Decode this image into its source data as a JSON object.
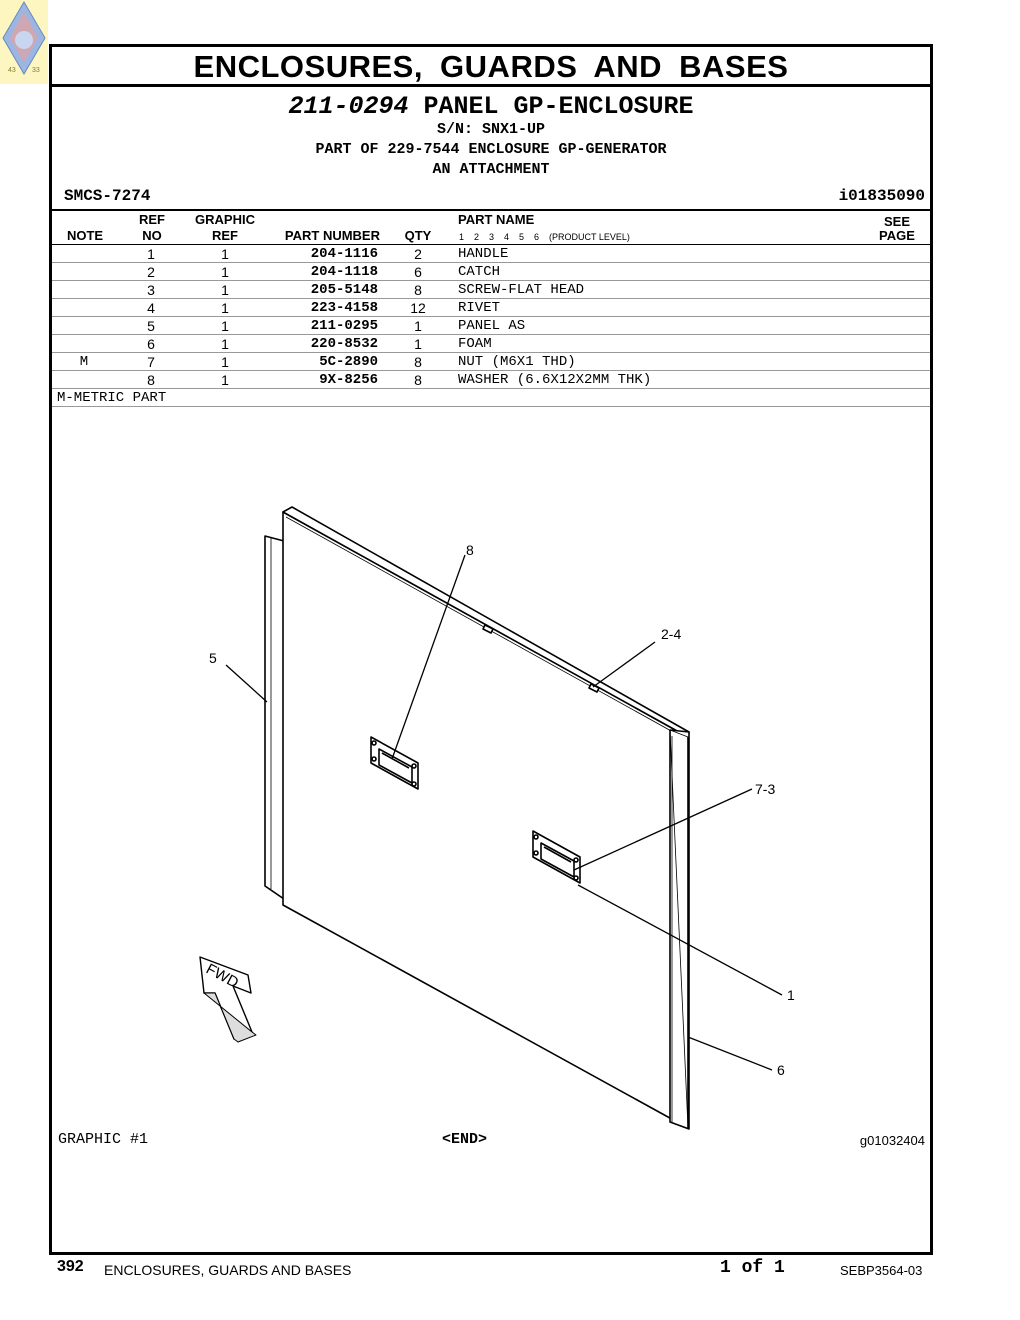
{
  "corner": {
    "left_num": "43",
    "right_num": "33"
  },
  "title": "ENCLOSURES, GUARDS AND BASES",
  "heading": {
    "part_number": "211-0294",
    "part_name": "PANEL GP-ENCLOSURE",
    "serial": "S/N: SNX1-UP",
    "part_of": "PART OF 229-7544 ENCLOSURE GP-GENERATOR",
    "attachment": "AN ATTACHMENT"
  },
  "smcs": "SMCS-7274",
  "doc_id": "i01835090",
  "columns": {
    "note": "NOTE",
    "ref_top": "REF",
    "ref_bottom": "NO",
    "graphic_top": "GRAPHIC",
    "graphic_bottom": "REF",
    "part_number": "PART NUMBER",
    "qty": "QTY",
    "part_name": "PART NAME",
    "levels": "1    2    3    4    5    6    (PRODUCT LEVEL)",
    "see_top": "SEE",
    "see_bottom": "PAGE"
  },
  "rows": [
    {
      "note": "",
      "ref": "1",
      "gref": "1",
      "pn": "204-1116",
      "qty": "2",
      "name": "HANDLE"
    },
    {
      "note": "",
      "ref": "2",
      "gref": "1",
      "pn": "204-1118",
      "qty": "6",
      "name": "CATCH"
    },
    {
      "note": "",
      "ref": "3",
      "gref": "1",
      "pn": "205-5148",
      "qty": "8",
      "name": "SCREW-FLAT HEAD"
    },
    {
      "note": "",
      "ref": "4",
      "gref": "1",
      "pn": "223-4158",
      "qty": "12",
      "name": "RIVET"
    },
    {
      "note": "",
      "ref": "5",
      "gref": "1",
      "pn": "211-0295",
      "qty": "1",
      "name": "PANEL AS"
    },
    {
      "note": "",
      "ref": "6",
      "gref": "1",
      "pn": "220-8532",
      "qty": "1",
      "name": "FOAM"
    },
    {
      "note": "M",
      "ref": "7",
      "gref": "1",
      "pn": "5C-2890",
      "qty": "8",
      "name": "NUT (M6X1 THD)"
    },
    {
      "note": "",
      "ref": "8",
      "gref": "1",
      "pn": "9X-8256",
      "qty": "8",
      "name": "WASHER (6.6X12X2MM THK)"
    }
  ],
  "metric_note": "M-METRIC PART",
  "callouts": {
    "c8": "8",
    "c24": "2-4",
    "c5": "5",
    "c73": "7-3",
    "c1": "1",
    "c6": "6",
    "fwd": "FWD"
  },
  "graphic_label": "GRAPHIC #1",
  "end_marker": "<END>",
  "graphic_id": "g01032404",
  "footer": {
    "page": "392",
    "section": "ENCLOSURES, GUARDS AND BASES",
    "of_pages": "1 of 1",
    "publication": "SEBP3564-03"
  }
}
